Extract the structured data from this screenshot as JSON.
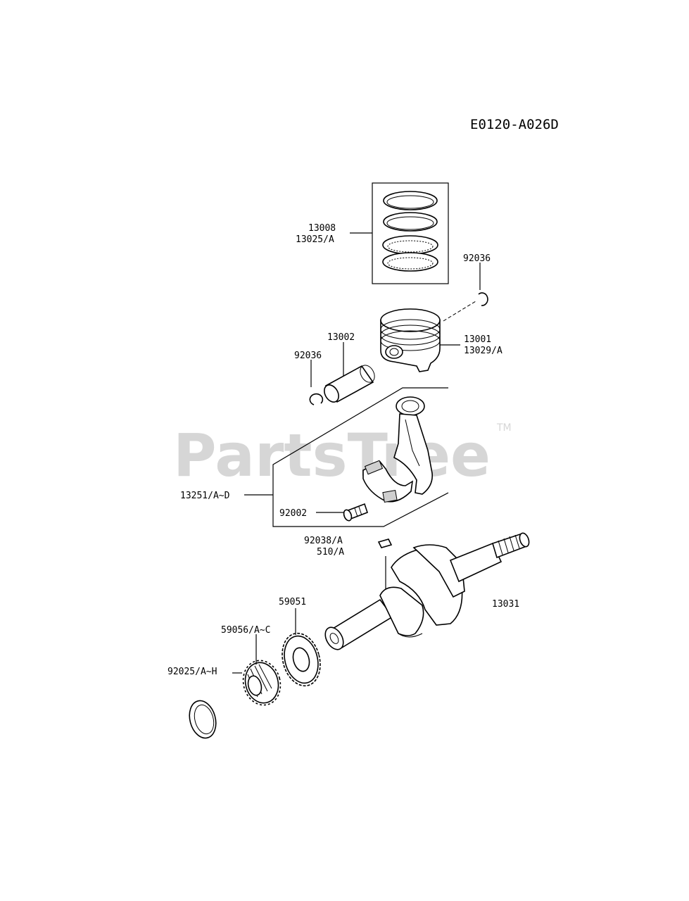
{
  "diagram_code": "E0120-A026D",
  "watermark": {
    "text": "PartsTree",
    "mark": "TM"
  },
  "callouts": {
    "piston_ring_set_a": "13008",
    "piston_ring_set_b": "13025/A",
    "circlip_right": "92036",
    "piston_pin": "13002",
    "circlip_left": "92036",
    "piston_a": "13001",
    "piston_b": "13029/A",
    "connecting_rod": "13251/A~D",
    "rod_bolt": "92002",
    "key_a": "92038/A",
    "key_b": "510/A",
    "crankshaft": "13031",
    "crank_gear": "59051",
    "helical_gear": "59056/A~C",
    "washer": "92025/A~H"
  }
}
